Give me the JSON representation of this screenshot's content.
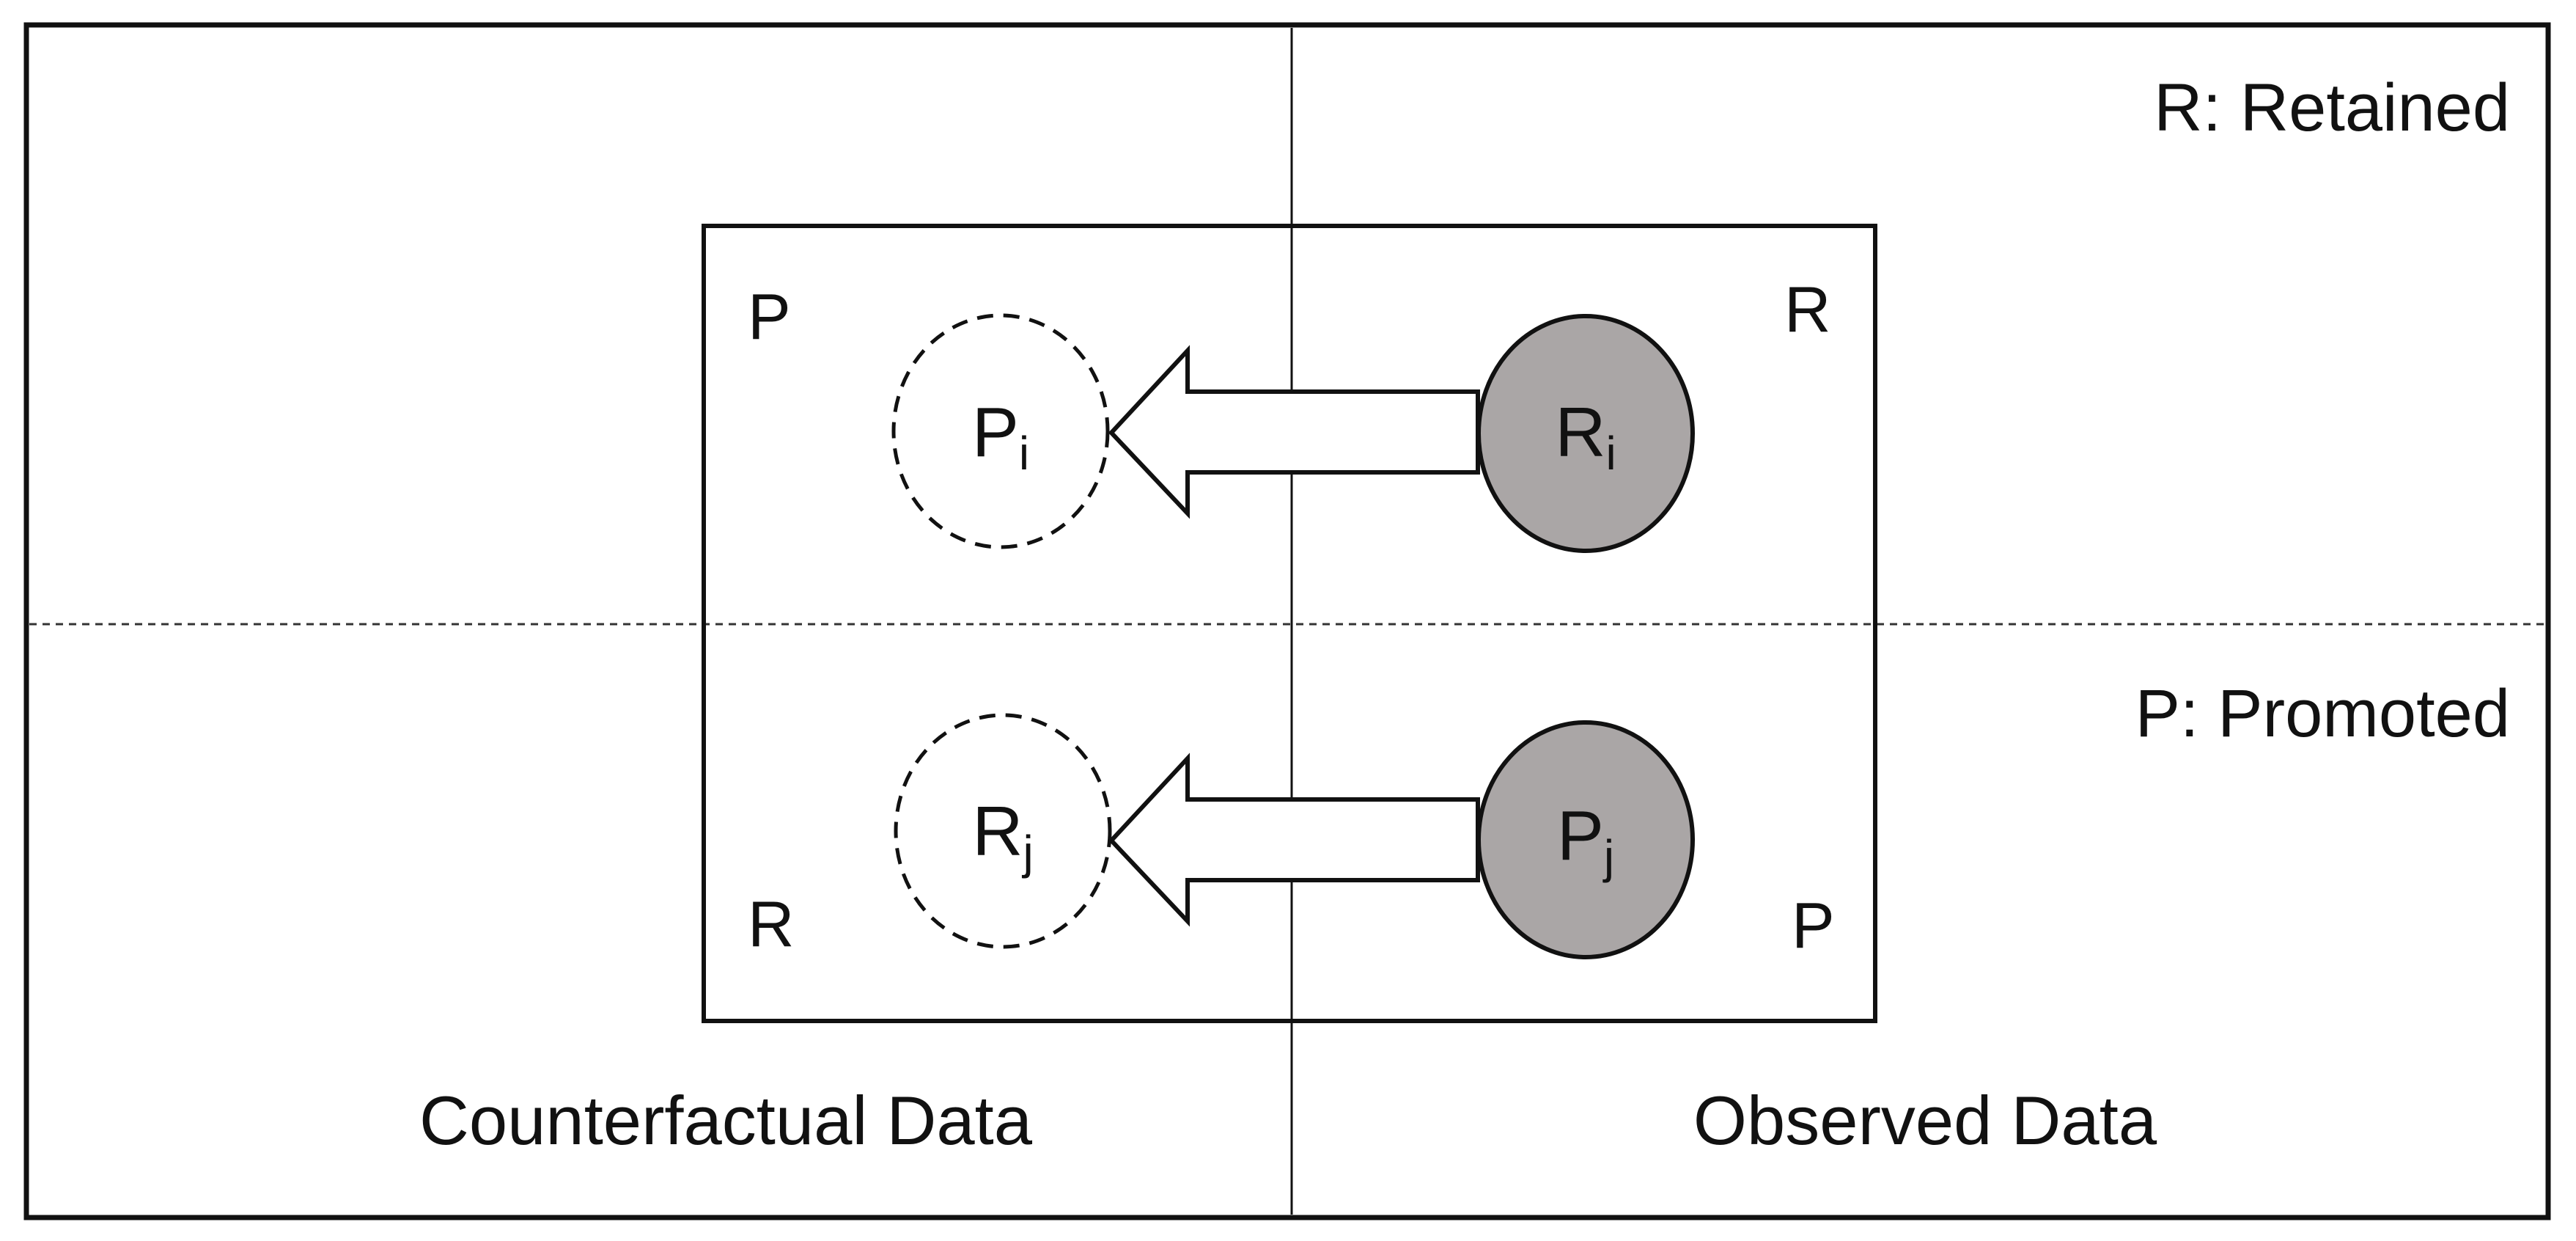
{
  "legend": {
    "retained": "R: Retained",
    "promoted": "P: Promoted"
  },
  "quadrant_labels": {
    "upper_left": "P",
    "upper_right": "R",
    "lower_left": "R",
    "lower_right": "P"
  },
  "sections": {
    "counterfactual": "Counterfactual Data",
    "observed": "Observed Data"
  },
  "nodes": {
    "r_i": {
      "main": "R",
      "sub": "i"
    },
    "p_i": {
      "main": "P",
      "sub": "i"
    },
    "p_j": {
      "main": "P",
      "sub": "j"
    },
    "r_j": {
      "main": "R",
      "sub": "j"
    }
  },
  "colors": {
    "line": "#111111",
    "observed_fill": "#aaa6a6",
    "background": "#ffffff"
  }
}
